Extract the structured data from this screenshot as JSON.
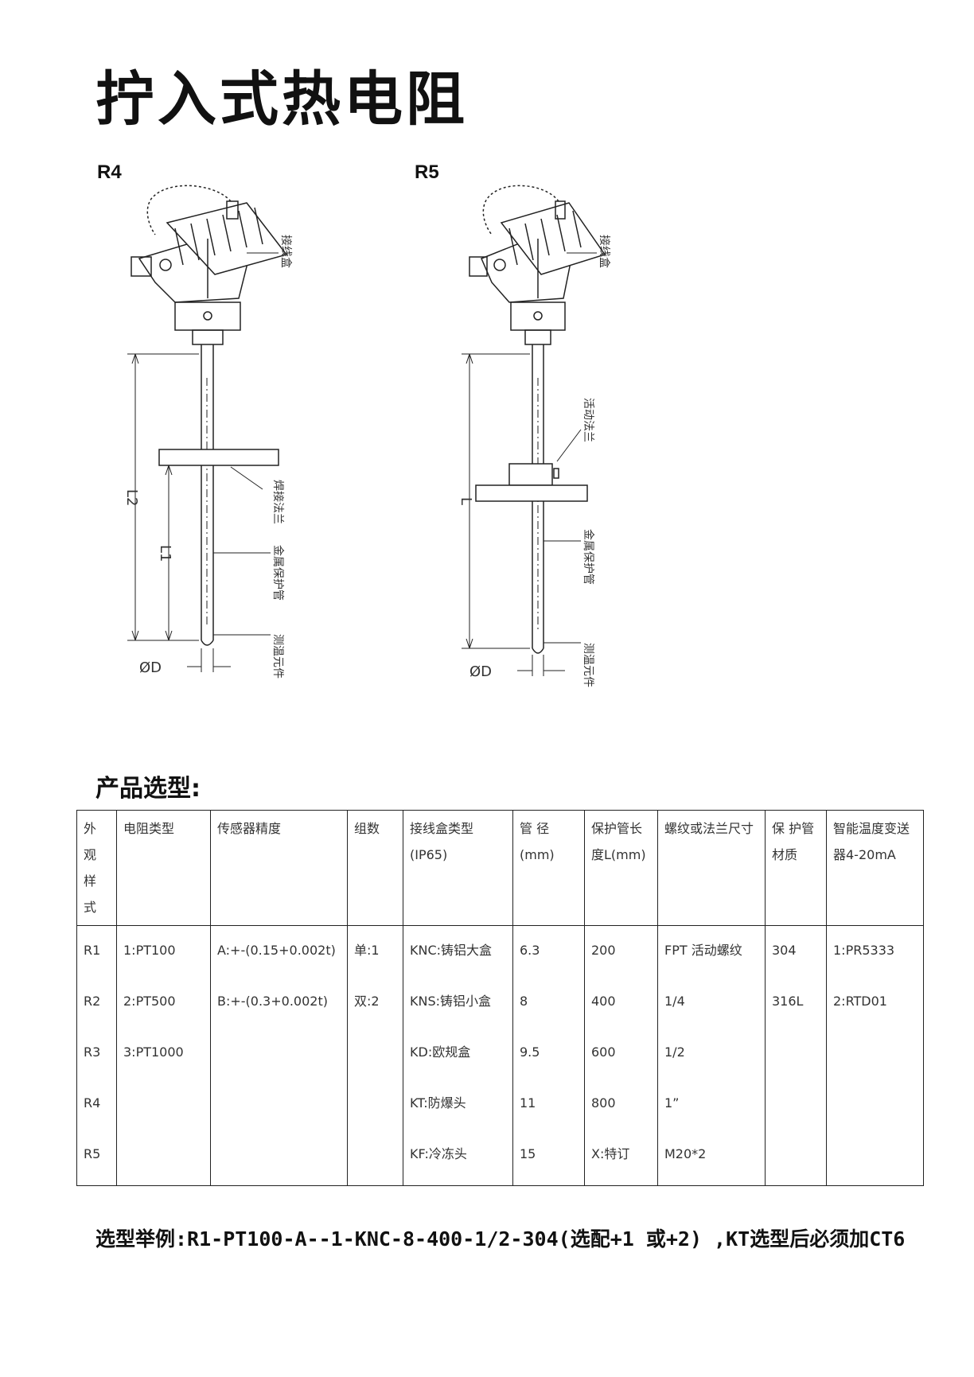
{
  "page": {
    "title": "拧入式热电阻",
    "models": [
      "R4",
      "R5"
    ],
    "section_title": "产品选型:",
    "example": "选型举例:R1-PT100-A--1-KNC-8-400-1/2-304(选配+1 或+2) ,KT选型后必须加CT6"
  },
  "drawing_r4": {
    "box_label": "接线盒",
    "flange_label": "焊接法兰",
    "tube_label": "金属保护管",
    "element_label": "测温元件",
    "dim_l2": "L2",
    "dim_l1": "L1",
    "dim_d": "ØD"
  },
  "drawing_r5": {
    "box_label": "接线盒",
    "flange_label": "活动法兰",
    "tube_label": "金属保护管",
    "element_label": "测温元件",
    "dim_l": "L",
    "dim_d": "ØD"
  },
  "table": {
    "headers": [
      "外观样式",
      "电阻类型",
      "传感器精度",
      "组数",
      "接线盒类型(IP65)",
      "管    径(mm)",
      "保护管长  度L(mm)",
      "螺纹或法兰尺寸",
      "保 护管 材质",
      "智能温度变送器4-20mA"
    ],
    "rows": [
      [
        "R1",
        "1:PT100",
        "A:+-(0.15+0.002t)",
        "单:1",
        "KNC:铸铝大盒",
        "6.3",
        "200",
        "FPT 活动螺纹",
        "304",
        "1:PR5333"
      ],
      [
        "R2",
        "2:PT500",
        "B:+-(0.3+0.002t)",
        "双:2",
        "KNS:铸铝小盒",
        "8",
        "400",
        "1/4",
        "316L",
        "2:RTD01"
      ],
      [
        "R3",
        "3:PT1000",
        "",
        "",
        "KD:欧规盒",
        "9.5",
        "600",
        "1/2",
        "",
        ""
      ],
      [
        "R4",
        "",
        "",
        "",
        "KT:防爆头",
        "11",
        "800",
        "1”",
        "",
        ""
      ],
      [
        "R5",
        "",
        "",
        "",
        "KF:冷冻头",
        "15",
        "X:特订",
        "M20*2",
        "",
        ""
      ]
    ]
  }
}
